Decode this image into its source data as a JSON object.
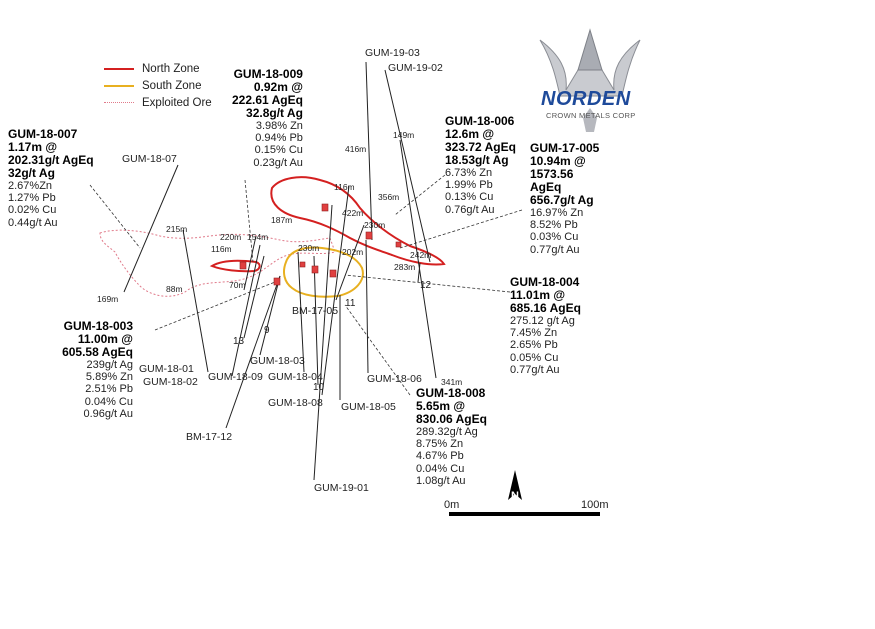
{
  "legend": {
    "items": [
      {
        "label": "North Zone",
        "color": "#d42020",
        "style": "solid"
      },
      {
        "label": "South Zone",
        "color": "#e8b020",
        "style": "solid"
      },
      {
        "label": "Exploited Ore",
        "color": "#e07a8a",
        "style": "dotted"
      }
    ]
  },
  "logo": {
    "name": "NORDEN",
    "sub": "CROWN METALS CORP",
    "brand_color": "#1e4a9a"
  },
  "north": {
    "label": "N"
  },
  "scale": {
    "start": "0m",
    "end": "100m"
  },
  "callouts": {
    "gum18007": {
      "lines_bold": [
        "GUM-18-007",
        "1.17m @",
        "202.31g/t AgEq",
        "32g/t Ag"
      ],
      "lines": [
        "2.67%Zn",
        "1.27% Pb",
        "0.02% Cu",
        "0.44g/t Au"
      ]
    },
    "gum18009": {
      "lines_bold": [
        "GUM-18-009",
        "0.92m @",
        "222.61 AgEq",
        "32.8g/t Ag"
      ],
      "lines": [
        "3.98% Zn",
        "0.94% Pb",
        "0.15% Cu",
        "0.23g/t Au"
      ]
    },
    "gum18006": {
      "lines_bold": [
        "GUM-18-006",
        "12.6m @",
        "323.72 AgEq",
        "18.53g/t Ag"
      ],
      "lines": [
        "6.73% Zn",
        "1.99% Pb",
        "0.13% Cu",
        "0.76g/t Au"
      ]
    },
    "gum17005": {
      "lines_bold": [
        "GUM-17-005",
        "10.94m @",
        "1573.56",
        "AgEq",
        "656.7g/t Ag"
      ],
      "lines": [
        "16.97% Zn",
        "8.52% Pb",
        "0.03% Cu",
        "0.77g/t Au"
      ]
    },
    "gum18004": {
      "lines_bold": [
        "GUM-18-004",
        "11.01m @",
        "685.16 AgEq"
      ],
      "lines": [
        "275.12  g/t Ag",
        "7.45% Zn",
        "2.65% Pb",
        "0.05% Cu",
        "0.77g/t Au"
      ]
    },
    "gum18003": {
      "lines_bold": [
        "GUM-18-003",
        "11.00m @",
        "605.58 AgEq"
      ],
      "lines": [
        "239g/t Ag",
        "5.89% Zn",
        "2.51% Pb",
        "0.04% Cu",
        "0.96g/t Au"
      ]
    },
    "gum18008": {
      "lines_bold": [
        "GUM-18-008",
        "5.65m @",
        "830.06 AgEq"
      ],
      "lines": [
        "289.32g/t Ag",
        "8.75% Zn",
        "4.67% Pb",
        "0.04% Cu",
        "1.08g/t Au"
      ]
    }
  },
  "holes": {
    "gum1903": "GUM-19-03",
    "gum1902": "GUM-19-02",
    "gum1807": "GUM-18-07",
    "gum1801": "GUM-18-01",
    "gum1802": "GUM-18-02",
    "gum1809": "GUM-18-09",
    "gum1803": "GUM-18-03",
    "gum1804": "GUM-18-04",
    "gum1808": "GUM-18-08",
    "gum1805": "GUM-18-05",
    "gum1806": "GUM-18-06",
    "gum1901": "GUM-19-01",
    "bm1712": "BM-17-12",
    "bm1705": "BM-17-05"
  },
  "depths": {
    "d169": "169m",
    "d215": "215m",
    "d88": "88m",
    "d116a": "116m",
    "d220a": "220m",
    "d154": "154m",
    "d70": "70m",
    "d187": "187m",
    "d416": "416m",
    "d116b": "116m",
    "d422": "422m",
    "d356": "356m",
    "d149": "149m",
    "d230a": "230m",
    "d230b": "230m",
    "d202": "202m",
    "d242": "242m",
    "d283": "283m",
    "d341": "341m"
  },
  "numbers": {
    "n12": "12",
    "n11": "11",
    "n9": "9",
    "n13": "13",
    "n10": "10"
  }
}
